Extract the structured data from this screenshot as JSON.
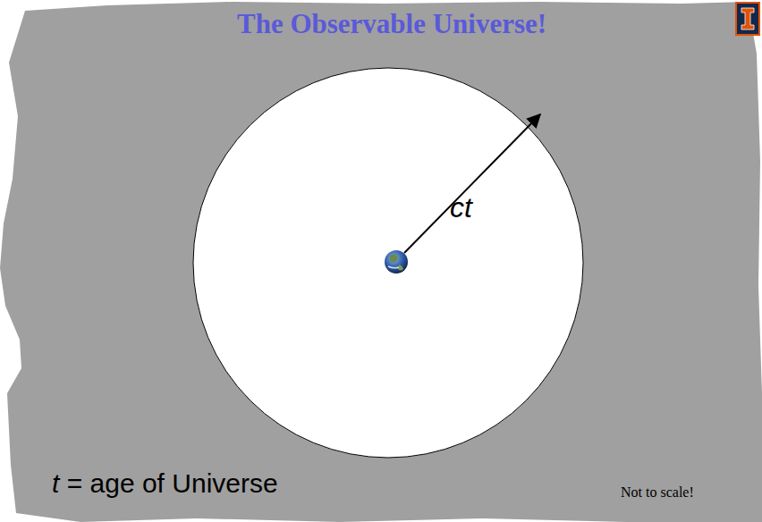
{
  "diagram": {
    "title": "The Observable Universe!",
    "labels": [
      "ct",
      "t = age of Universe",
      "Not to scale!"
    ]
  }
}
